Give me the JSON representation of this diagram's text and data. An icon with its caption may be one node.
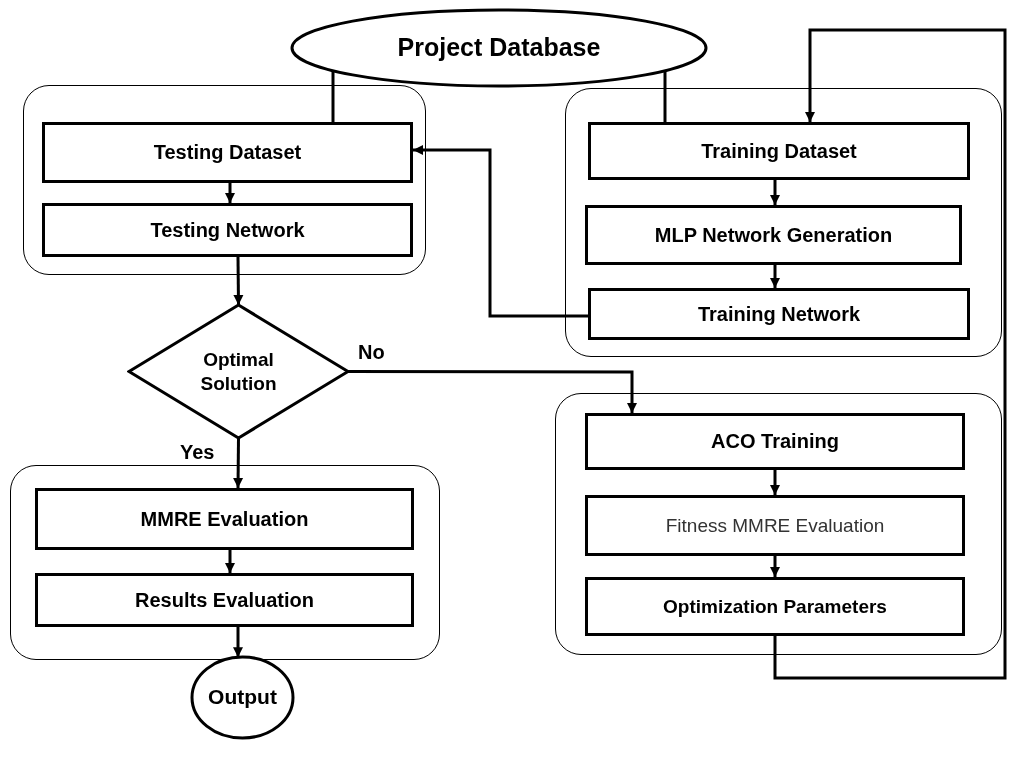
{
  "diagram": {
    "nodes": [
      {
        "text": [
          "Project Database"
        ]
      },
      {
        "text": [],
        "shape": "box"
      },
      {
        "text": [
          "Testing Dataset"
        ],
        "in": 1
      },
      {
        "text": [
          "Testing Network"
        ],
        "in": 1
      },
      {
        "text": [],
        "shape": "box"
      },
      {
        "text": [
          "Training Dataset"
        ],
        "in": 4
      },
      {
        "text": [
          "MLP Network Generation"
        ],
        "in": 4
      },
      {
        "text": [
          "Training Network"
        ],
        "in": 4
      },
      {
        "text": [
          "Optimal Solution"
        ]
      },
      {
        "text": [],
        "shape": "box"
      },
      {
        "text": [
          "ACO Training"
        ],
        "in": 9
      },
      {
        "text": [
          "Fitness MMRE Evaluation"
        ],
        "in": 9
      },
      {
        "text": [
          "Optimization Parameters"
        ],
        "in": 9
      },
      {
        "text": [],
        "shape": "box"
      },
      {
        "text": [
          "MMRE Evaluation"
        ],
        "in": 13
      },
      {
        "text": [
          "Results Evaluation"
        ],
        "in": 13
      },
      {
        "text": [
          "Output"
        ]
      }
    ],
    "edges": [
      {
        "from": 0,
        "to": 2,
        "arrow": "none"
      },
      {
        "from": 0,
        "to": 5,
        "arrow": "none"
      },
      {
        "from": 2,
        "to": 3,
        "arrow": "to"
      },
      {
        "from": 3,
        "to": 8,
        "arrow": "to"
      },
      {
        "from": 5,
        "to": 6,
        "arrow": "to"
      },
      {
        "from": 6,
        "to": 7,
        "arrow": "to"
      },
      {
        "from": 7,
        "to": 2,
        "arrow": "to"
      },
      {
        "from": 8,
        "to": 10,
        "arrow": "to",
        "label": "No"
      },
      {
        "from": 8,
        "to": 14,
        "arrow": "to",
        "label": "Yes"
      },
      {
        "from": 10,
        "to": 11,
        "arrow": "to"
      },
      {
        "from": 11,
        "to": 12,
        "arrow": "to"
      },
      {
        "from": 12,
        "to": 5,
        "arrow": "to"
      },
      {
        "from": 14,
        "to": 15,
        "arrow": "to"
      },
      {
        "from": 15,
        "to": 16,
        "arrow": "to"
      }
    ]
  }
}
